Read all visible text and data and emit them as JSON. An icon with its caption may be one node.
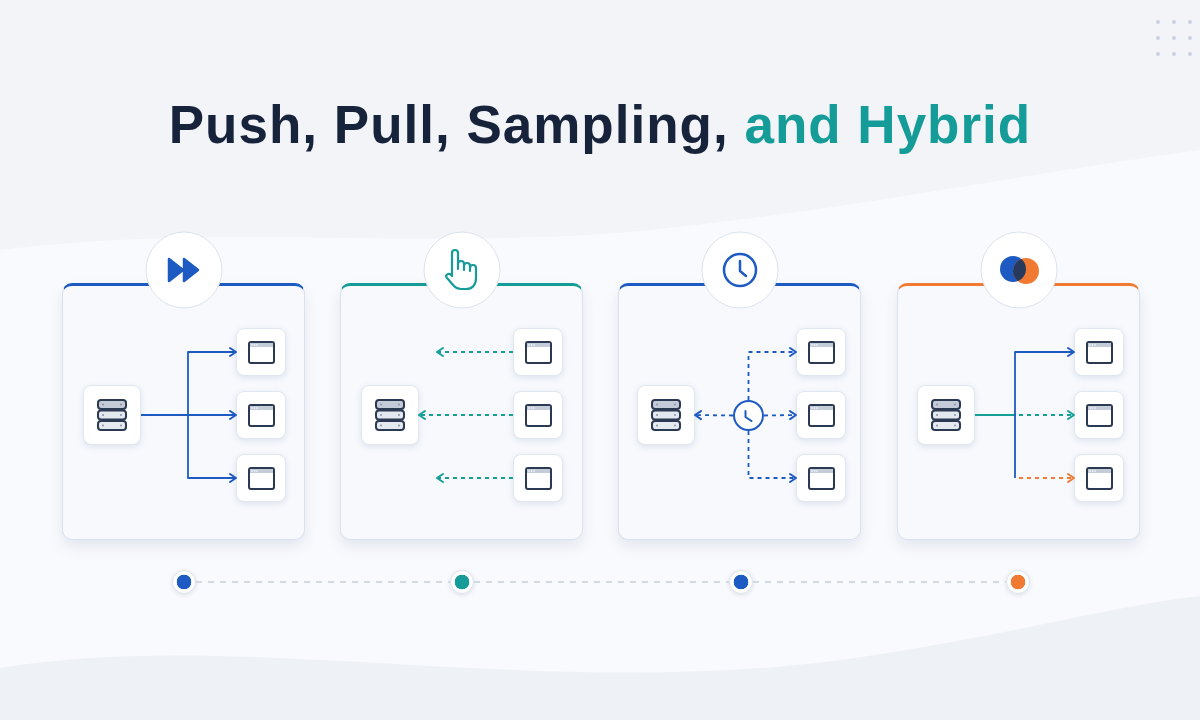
{
  "diagram": {
    "title": "Push, Pull, Sampling, and Hybrid",
    "nodes": [
      {
        "text": [],
        "shape": "box"
      },
      {
        "text": [],
        "shape": "box",
        "in": 0
      },
      {
        "text": [],
        "shape": "box",
        "in": 0
      },
      {
        "text": [],
        "shape": "box",
        "in": 0
      },
      {
        "text": [],
        "shape": "box",
        "in": 0
      },
      {
        "text": [],
        "shape": "box"
      },
      {
        "text": [],
        "shape": "box",
        "in": 5
      },
      {
        "text": [],
        "shape": "box",
        "in": 5
      },
      {
        "text": [],
        "shape": "box",
        "in": 5
      },
      {
        "text": [],
        "shape": "box",
        "in": 5
      },
      {
        "text": [],
        "shape": "box"
      },
      {
        "text": [],
        "shape": "box",
        "in": 10
      },
      {
        "text": [],
        "shape": "circle",
        "in": 10
      },
      {
        "text": [],
        "shape": "box",
        "in": 10
      },
      {
        "text": [],
        "shape": "box",
        "in": 10
      },
      {
        "text": [],
        "shape": "box",
        "in": 10
      },
      {
        "text": [],
        "shape": "box"
      },
      {
        "text": [],
        "shape": "box",
        "in": 16
      },
      {
        "text": [],
        "shape": "box",
        "in": 16
      },
      {
        "text": [],
        "shape": "box",
        "in": 16
      },
      {
        "text": [],
        "shape": "box",
        "in": 16
      },
      {
        "text": [],
        "shape": "circle"
      },
      {
        "text": [],
        "shape": "circle"
      },
      {
        "text": [],
        "shape": "circle"
      },
      {
        "text": [],
        "shape": "circle"
      }
    ],
    "edges": [
      {
        "from": 1,
        "to": 2,
        "arrow": "to"
      },
      {
        "from": 1,
        "to": 3,
        "arrow": "to"
      },
      {
        "from": 1,
        "to": 4,
        "arrow": "to"
      },
      {
        "from": 7,
        "to": null,
        "arrow": "to",
        "style": "dashed",
        "color": "#14a098"
      },
      {
        "from": 8,
        "to": 6,
        "arrow": "to",
        "style": "dashed",
        "color": "#14a098"
      },
      {
        "from": 9,
        "to": null,
        "arrow": "to",
        "style": "dashed",
        "color": "#14a098"
      },
      {
        "from": 12,
        "to": 11,
        "arrow": "to",
        "style": "dashed"
      },
      {
        "from": 12,
        "to": 13,
        "arrow": "to",
        "style": "dashed"
      },
      {
        "from": 12,
        "to": 14,
        "arrow": "to",
        "style": "dashed"
      },
      {
        "from": 12,
        "to": 15,
        "arrow": "to",
        "style": "dashed"
      },
      {
        "from": 17,
        "to": 18,
        "arrow": "to"
      },
      {
        "from": 17,
        "to": 19,
        "arrow": "to",
        "style": "dashed",
        "color": "#14a098"
      },
      {
        "from": 17,
        "to": 20,
        "arrow": "to",
        "style": "dashed",
        "color": "#f07a32"
      },
      {
        "from": 21,
        "to": 22,
        "arrow": "none",
        "style": "dashed",
        "color": "#d3d9e3"
      },
      {
        "from": 22,
        "to": 23,
        "arrow": "none",
        "style": "dashed",
        "color": "#d3d9e3"
      },
      {
        "from": 23,
        "to": 24,
        "arrow": "none",
        "style": "dashed",
        "color": "#d3d9e3"
      }
    ]
  }
}
